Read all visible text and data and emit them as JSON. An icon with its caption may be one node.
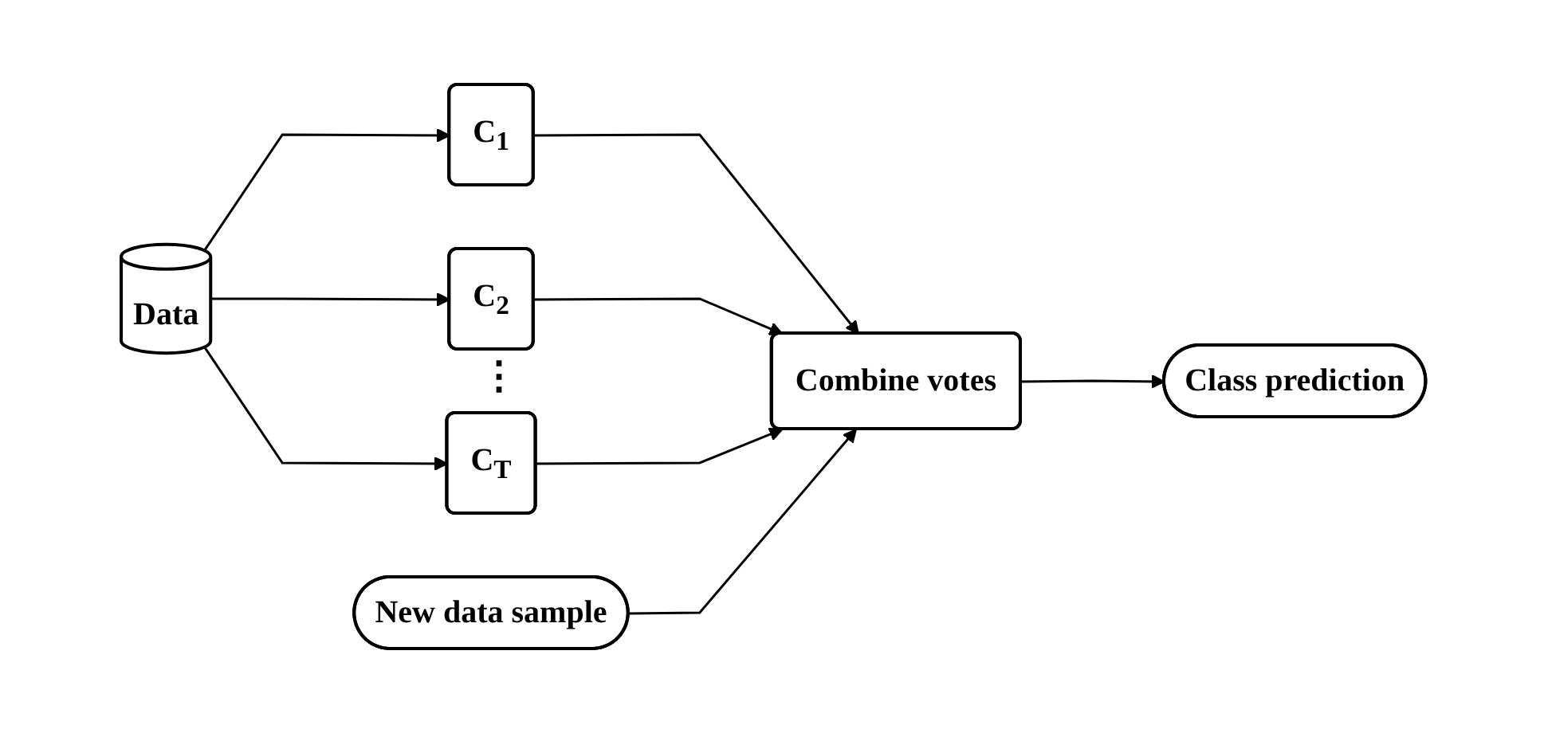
{
  "diagram": {
    "nodes": [
      {
        "text": [
          "Data"
        ]
      },
      {
        "text": [
          "C$_{1}$"
        ]
      },
      {
        "text": [
          "C$_{2}$"
        ]
      },
      {
        "text": [
          "C$_{T}$"
        ]
      },
      {
        "text": [
          "New data sample"
        ]
      },
      {
        "text": [
          "Combine votes"
        ]
      },
      {
        "text": [
          "Class prediction"
        ]
      }
    ],
    "edges": [
      {
        "from": 0,
        "to": 1,
        "arrow": "to"
      },
      {
        "from": 0,
        "to": 2,
        "arrow": "to"
      },
      {
        "from": 0,
        "to": 3,
        "arrow": "to"
      },
      {
        "from": 1,
        "to": 5,
        "arrow": "to"
      },
      {
        "from": 2,
        "to": 5,
        "arrow": "to"
      },
      {
        "from": 3,
        "to": 5,
        "arrow": "to"
      },
      {
        "from": 4,
        "to": 5,
        "arrow": "to"
      },
      {
        "from": 5,
        "to": 6,
        "arrow": "to"
      }
    ],
    "labels": [
      "⋮"
    ]
  }
}
